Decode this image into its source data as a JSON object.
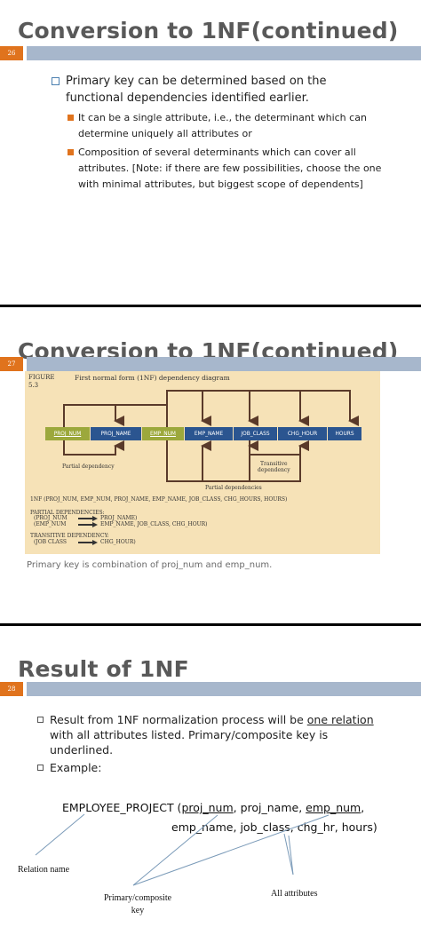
{
  "slide26": {
    "title": "Conversion to 1NF(continued)",
    "number": "26",
    "bullet": "Primary key can be determined based on the functional dependencies identified earlier.",
    "sub1": "It can be a single attribute, i.e., the determinant which can determine uniquely all attributes or",
    "sub2": "Composition of several determinants which can cover all attributes. [Note: if there are few possibilities, choose the one with minimal attributes, but biggest scope of dependents]"
  },
  "slide27": {
    "title": "Conversion to 1NF(continued)",
    "number": "27",
    "figure_label_1": "FIGURE",
    "figure_label_2": "5.3",
    "figure_caption": "First normal form (1NF) dependency diagram",
    "attributes": [
      "PROJ_NUM",
      "PROJ_NAME",
      "EMP_NUM",
      "EMP_NAME",
      "JOB_CLASS",
      "CHG_HOUR",
      "HOURS"
    ],
    "partial_label": "Partial dependency",
    "transitive_label_1": "Transitive",
    "transitive_label_2": "dependency",
    "partial_deps_label": "Partial dependencies",
    "nf_line": "1NF (PROJ_NUM, EMP_NUM, PROJ_NAME, EMP_NAME, JOB_CLASS, CHG_HOURS, HOURS)",
    "partial_header": "PARTIAL DEPENDENCIES:",
    "pd1_left": "(PROJ_NUM",
    "pd1_right": "PROJ_NAME)",
    "pd2_left": "(EMP_NUM",
    "pd2_right": "EMP_NAME, JOB_CLASS, CHG_HOUR)",
    "transitive_header": "TRANSITIVE DEPENDENCY:",
    "td1_left": "(JOB CLASS",
    "td1_right": "CHG_HOUR)",
    "caption": "Primary key is combination of proj_num and emp_num."
  },
  "slide28": {
    "title": "Result of 1NF",
    "number": "28",
    "bullet1_a": "Result from 1NF normalization process will be ",
    "bullet1_u": "one relation",
    "bullet1_b": "with all attributes listed. Primary/composite key is underlined.",
    "bullet2": "Example:",
    "ex_line1_a": "EMPLOYEE_PROJECT (",
    "ex_pk1": "proj_num",
    "ex_mid1": ", proj_name, ",
    "ex_pk2": "emp_num",
    "ex_end1": ",",
    "ex_line2": "emp_name, job_class, chg_hr, hours)",
    "ann_relation": "Relation name",
    "ann_pk_1": "Primary/composite",
    "ann_pk_2": "key",
    "ann_all": "All attributes"
  },
  "colors": {
    "title": "#595959",
    "accent_orange": "#e0731d",
    "header_bar": "#a7b7cc",
    "figure_bg": "#f6e2b7",
    "attr_blue": "#2b5590",
    "attr_pk": "#9ca83c",
    "arrow": "#5a3a2a"
  }
}
